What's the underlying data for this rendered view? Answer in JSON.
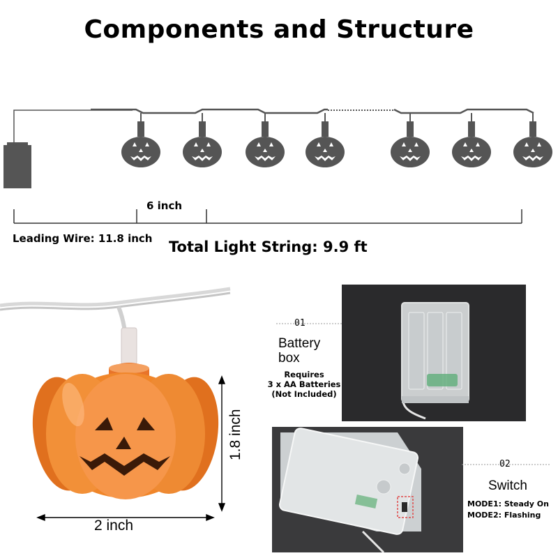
{
  "title": "Components and Structure",
  "dimensions": {
    "spacing": "6 inch",
    "leading_wire": "Leading Wire: 11.8 inch",
    "total_length": "Total Light String: 9.9 ft",
    "pumpkin_height": "1.8 inch",
    "pumpkin_width": "2 inch"
  },
  "battery_box": {
    "number": "01",
    "title": "Battery box",
    "desc_line1": "Requires",
    "desc_line2": "3 x AA Batteries",
    "desc_line3": "(Not Included)"
  },
  "switch": {
    "number": "02",
    "title": "Switch",
    "mode1": "MODE1:  Steady On",
    "mode2": "MODE2:  Flashing"
  },
  "colors": {
    "pumpkin_orange": "#f0862a",
    "pumpkin_dark": "#3a1a08",
    "silhouette": "#555555",
    "photo_bg": "#2a2a2c"
  }
}
